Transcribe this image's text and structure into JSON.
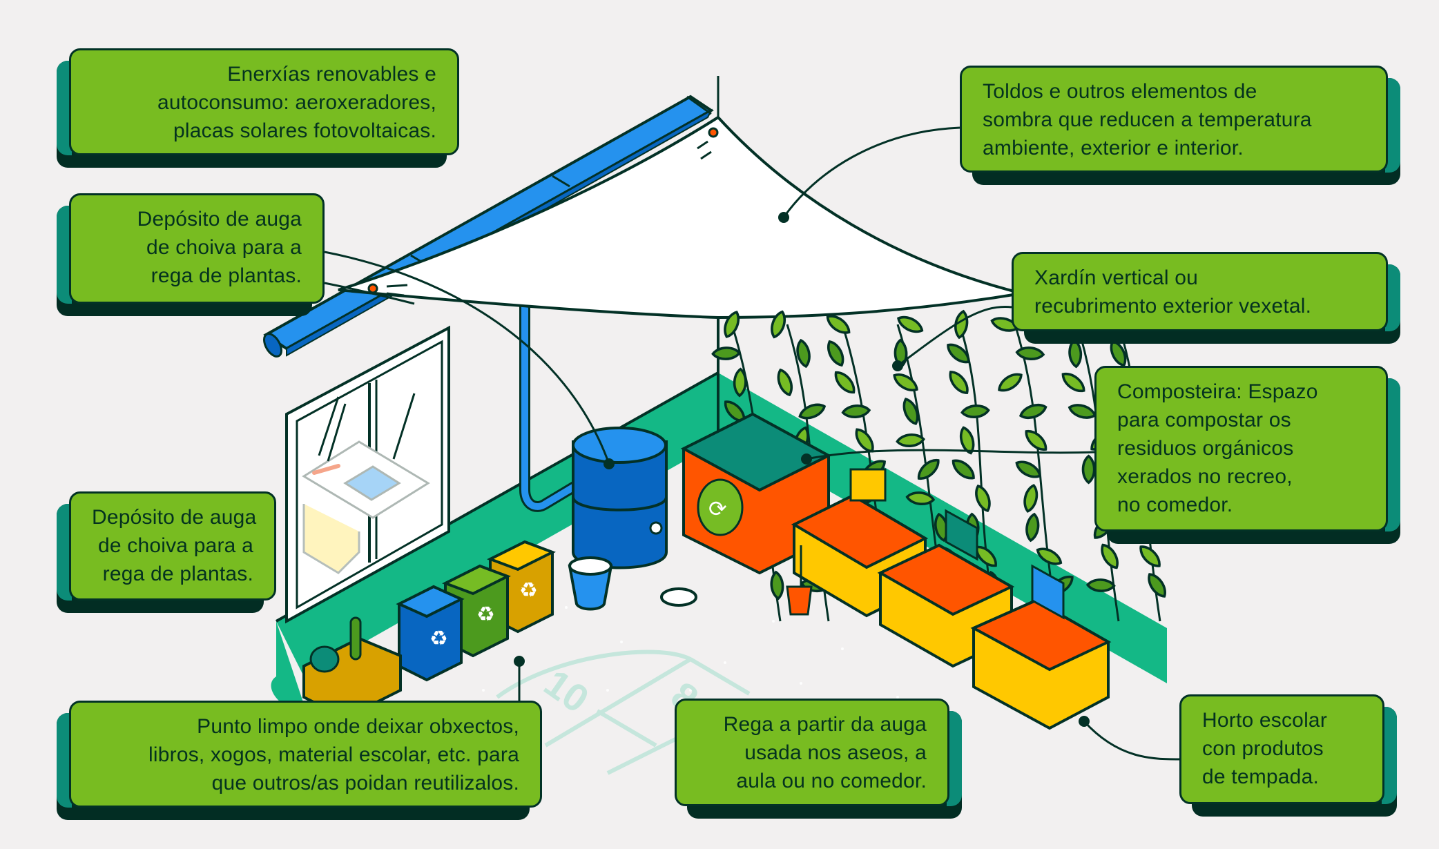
{
  "callouts": {
    "energias": {
      "lines": [
        "Enerxías renovables e",
        "autoconsumo: aeroxeradores,",
        "placas solares fotovoltaicas."
      ]
    },
    "toldos": {
      "lines": [
        "Toldos e outros elementos de",
        "sombra que reducen a temperatura",
        "ambiente, exterior e interior."
      ]
    },
    "deposito_top": {
      "lines": [
        "Depósito de auga",
        "de choiva para a",
        "rega de plantas."
      ]
    },
    "xardin": {
      "lines": [
        "Xardín vertical ou",
        "recubrimento exterior vexetal."
      ]
    },
    "composteira": {
      "lines": [
        "Composteira: Espazo",
        "para compostar os",
        "residuos orgánicos",
        "xerados no recreo,",
        "no comedor."
      ]
    },
    "deposito_lower": {
      "lines": [
        "Depósito de auga",
        "de choiva para a",
        "rega de plantas."
      ]
    },
    "punto_limpo": {
      "lines": [
        "Punto limpo onde deixar obxectos,",
        "libros, xogos, material escolar, etc. para",
        "que outros/as poidan reutilizalos."
      ]
    },
    "rega": {
      "lines": [
        "Rega a partir da auga",
        "usada nos aseos, a",
        "aula ou no comedor."
      ]
    },
    "horto": {
      "lines": [
        "Horto escolar",
        "con produtos",
        "de tempada."
      ]
    }
  },
  "hopscotch": {
    "numbers": [
      "10",
      "8"
    ]
  },
  "icons": {
    "recycle": "recycle-icon",
    "compost": "compost-cycle-icon"
  },
  "colors": {
    "callout_face": "#78bc21",
    "callout_side": "#0c8c78",
    "callout_edge": "#022d23",
    "outline": "#033126",
    "wall_base": "#14b886",
    "blue": "#2592ee",
    "blue_dark": "#0866c1",
    "orange": "#ff5500",
    "yellow": "#ffc800",
    "leaf_light": "#76bc24",
    "leaf_dark": "#4c9a1e",
    "teal": "#0c8c78",
    "background": "#f2f0f0"
  }
}
